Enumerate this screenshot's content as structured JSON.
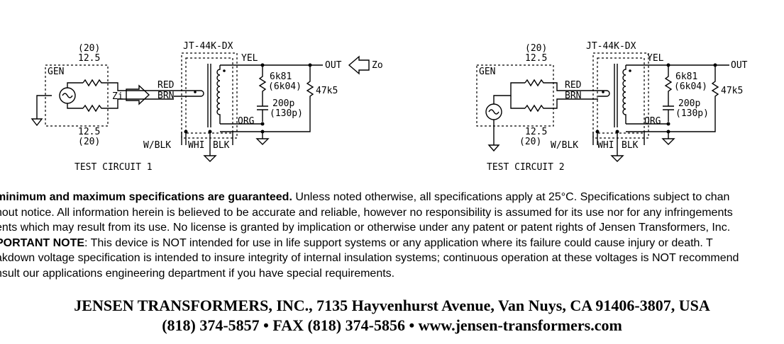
{
  "circuit1": {
    "caption": "TEST CIRCUIT 1",
    "part": "JT-44K-DX",
    "gen": "GEN",
    "r_top_alt": "(20)",
    "r_top": "12.5",
    "r_bot": "12.5",
    "r_bot_alt": "(20)",
    "zi": "Zi",
    "red": "RED",
    "brn": "BRN",
    "yel": "YEL",
    "org": "ORG",
    "out": "OUT",
    "zo": "Zo",
    "r1": "6k81",
    "r1_alt": "(6k04)",
    "c1": "200p",
    "c1_alt": "(130p)",
    "rl": "47k5",
    "wblk": "W/BLK",
    "whi": "WHI",
    "blk": "BLK"
  },
  "circuit2": {
    "caption": "TEST CIRCUIT 2",
    "part": "JT-44K-DX",
    "gen": "GEN",
    "r_top_alt": "(20)",
    "r_top": "12.5",
    "r_bot": "12.5",
    "r_bot_alt": "(20)",
    "red": "RED",
    "brn": "BRN",
    "yel": "YEL",
    "org": "ORG",
    "out": "OUT",
    "r1": "6k81",
    "r1_alt": "(6k04)",
    "c1": "200p",
    "c1_alt": "(130p)",
    "rl": "47k5",
    "wblk": "W/BLK",
    "whi": "WHI",
    "blk": "BLK"
  },
  "notes": {
    "line1_bold": "minimum and maximum specifications are guaranteed.",
    "line1_rest": " Unless noted otherwise, all specifications apply at 25°C. Specifications subject to chan",
    "line2": "hout notice. All information herein is believed to be accurate and reliable, however no responsibility is assumed for its use nor for any infringements",
    "line3": "ents which may result from its use. No license is granted by implication or otherwise under any patent or patent rights of Jensen Transformers, Inc.",
    "line4_bold": "PORTANT NOTE",
    "line4_rest": ": This device is NOT intended for use in life support systems or any application where its failure could cause injury or death. T",
    "line5": "akdown voltage specification is intended to insure integrity of internal insulation systems; continuous operation at these voltages is NOT recommend",
    "line6": "nsult our applications engineering department if you have special requirements."
  },
  "footer": {
    "address": "JENSEN TRANSFORMERS, INC., 7135 Hayvenhurst Avenue, Van Nuys, CA  91406-3807, USA",
    "contact": "(818) 374-5857 • FAX (818) 374-5856 • www.jensen-transformers.com"
  }
}
